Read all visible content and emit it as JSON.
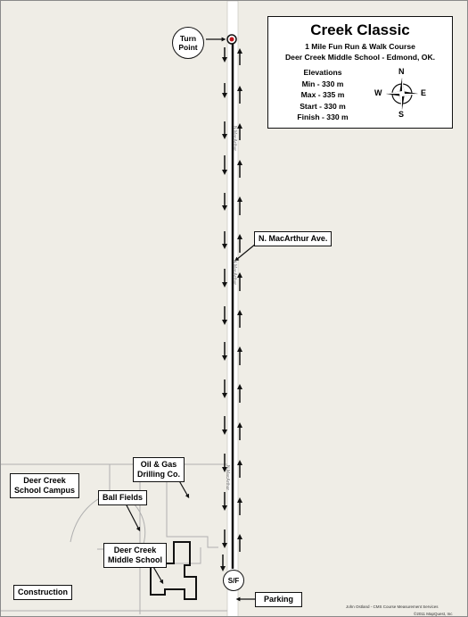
{
  "title": "Creek Classic",
  "subtitle_line1": "1 Mile Fun Run & Walk Course",
  "subtitle_line2": "Deer Creek Middle School - Edmond, OK.",
  "elevations": {
    "heading": "Elevations",
    "min": "Min - 330 m",
    "max": "Max - 335 m",
    "start": "Start - 330 m",
    "finish": "Finish - 330 m"
  },
  "compass": {
    "n": "N",
    "e": "E",
    "s": "S",
    "w": "W"
  },
  "labels": {
    "turn_point_line1": "Turn",
    "turn_point_line2": "Point",
    "road": "N. MacArthur Ave.",
    "campus_line1": "Deer Creek",
    "campus_line2": "School Campus",
    "oil_gas_line1": "Oil & Gas",
    "oil_gas_line2": "Drilling Co.",
    "ball_fields": "Ball Fields",
    "middle_school_line1": "Deer Creek",
    "middle_school_line2": "Middle School",
    "construction": "Construction",
    "start_finish": "S/F",
    "parking": "Parking"
  },
  "road_text": "N MacArthur",
  "footer": "John Ostland - CMS   Course Measurement Services",
  "copyright": "©2011 MapQuest, Inc",
  "colors": {
    "background": "#efede6",
    "course_line": "#111111",
    "turn_marker": "#c0141b",
    "road": "#ffffff",
    "building_outline": "#b0b0b0"
  }
}
